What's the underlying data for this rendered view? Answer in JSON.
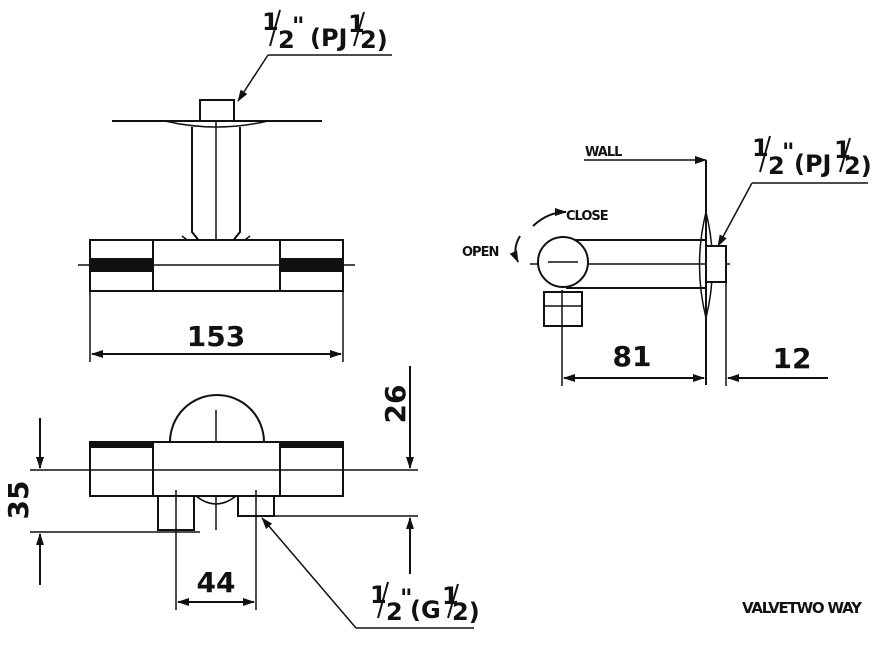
{
  "dimensions": {
    "top_width": "153",
    "side_depth": "81",
    "side_nut": "12",
    "front_height": "26",
    "front_total": "35",
    "front_outlet_spacing": "44"
  },
  "threads": {
    "top_inlet": {
      "whole": "1",
      "den": "2",
      "mark": "\"",
      "spec": "(PJ",
      "spec_whole": "1",
      "spec_den": "2)"
    },
    "side_inlet": {
      "whole": "1",
      "den": "2",
      "mark": "\"",
      "spec": "(PJ",
      "spec_whole": "1",
      "spec_den": "2)"
    },
    "front_outlet": {
      "whole": "1",
      "den": "2",
      "mark": "\"",
      "spec": "(G",
      "spec_whole": "1",
      "spec_den": "2)"
    }
  },
  "labels": {
    "wall": "WALL",
    "close": "CLOSE",
    "open": "OPEN"
  },
  "caption": "VALVETWO WAY"
}
